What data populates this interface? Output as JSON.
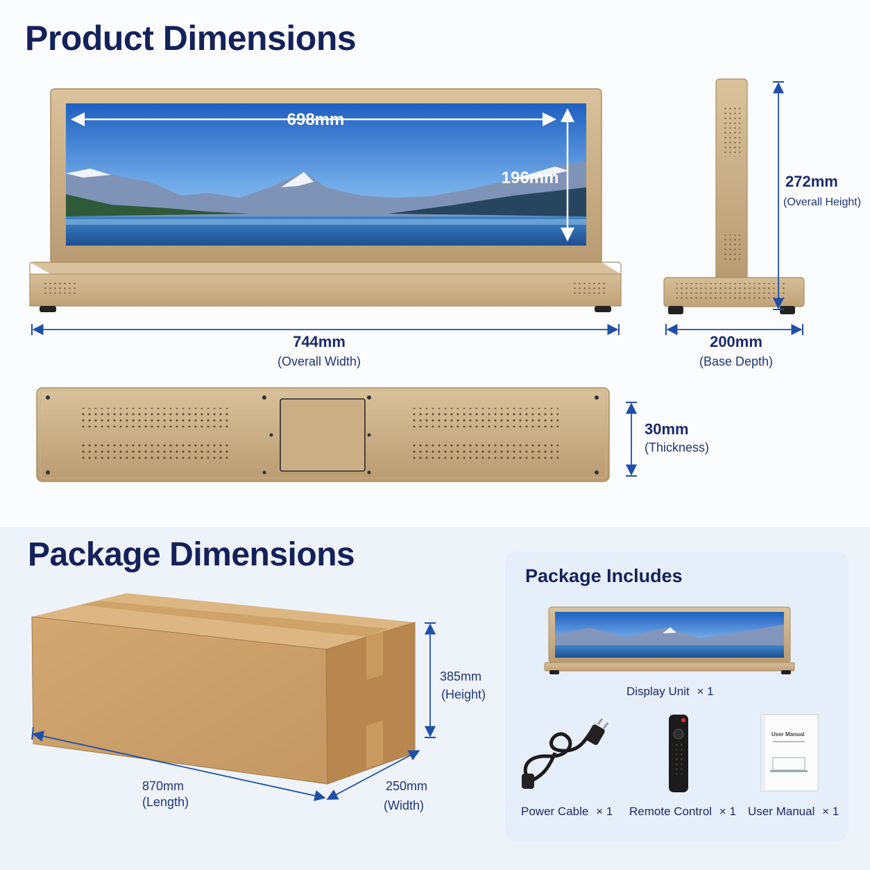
{
  "product": {
    "title": "Product Dimensions",
    "screen_width": "698mm",
    "screen_height": "196mm",
    "overall_width": "744mm",
    "overall_width_label": "(Overall Width)",
    "overall_height": "272mm",
    "overall_height_label": "(Overall Height)",
    "base_depth": "200mm",
    "base_depth_label": "(Base Depth)",
    "thickness": "30mm",
    "thickness_label": "(Thickness)"
  },
  "package": {
    "title": "Package Dimensions",
    "height": "385mm",
    "height_label": "(Height)",
    "length": "870mm",
    "length_label": "(Length)",
    "width": "250mm",
    "width_label": "(Width)"
  },
  "includes": {
    "title": "Package Includes",
    "items": [
      {
        "name": "Display Unit",
        "qty": "× 1"
      },
      {
        "name": "Power Cable",
        "qty": "× 1"
      },
      {
        "name": "Remote Control",
        "qty": "× 1"
      },
      {
        "name": "User Manual",
        "qty": "× 1"
      }
    ],
    "manual_cover_text": "User Manual"
  },
  "colors": {
    "accent": "#1f4fa8",
    "gold": "#c8ad86",
    "navy": "#14215a",
    "cardboard": "#c9a06a"
  }
}
